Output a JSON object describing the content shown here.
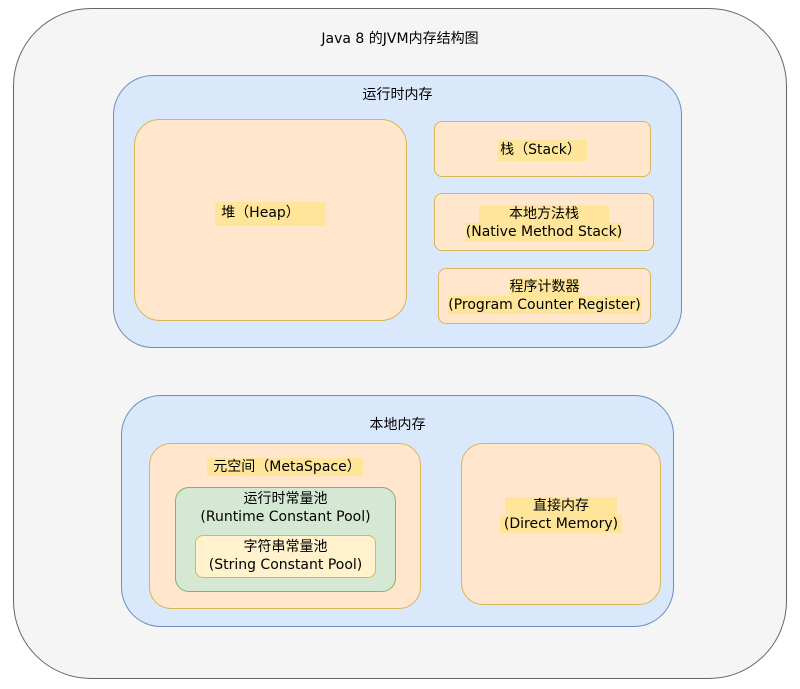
{
  "diagram": {
    "title": "Java 8 的JVM内存结构图",
    "runtime_memory": {
      "label": "运行时内存",
      "heap": "堆（Heap）",
      "stack": "栈（Stack）",
      "native_method_stack": {
        "line1": "本地方法栈",
        "line2": "(Native Method Stack)"
      },
      "program_counter": {
        "line1": "程序计数器",
        "line2": "(Program Counter Register)"
      }
    },
    "native_memory": {
      "label": "本地内存",
      "metaspace": {
        "label": "元空间（MetaSpace）",
        "runtime_constant_pool": {
          "line1": "运行时常量池",
          "line2": "(Runtime Constant Pool)"
        },
        "string_constant_pool": {
          "line1": "字符串常量池",
          "line2": "(String Constant Pool)"
        }
      },
      "direct_memory": {
        "line1": "直接内存",
        "line2": "(Direct Memory)"
      }
    }
  },
  "colors": {
    "outer_fill": "#f5f5f5",
    "outer_stroke": "#666666",
    "region_fill": "#dae8fc",
    "region_stroke": "#6c8ebf",
    "peach_fill": "#ffe6cc",
    "peach_stroke": "#d6b656",
    "green_fill": "#d5e8d4",
    "green_stroke": "#82b366",
    "yellow_fill": "#fff2cc",
    "label_highlight": "#ffe599"
  }
}
